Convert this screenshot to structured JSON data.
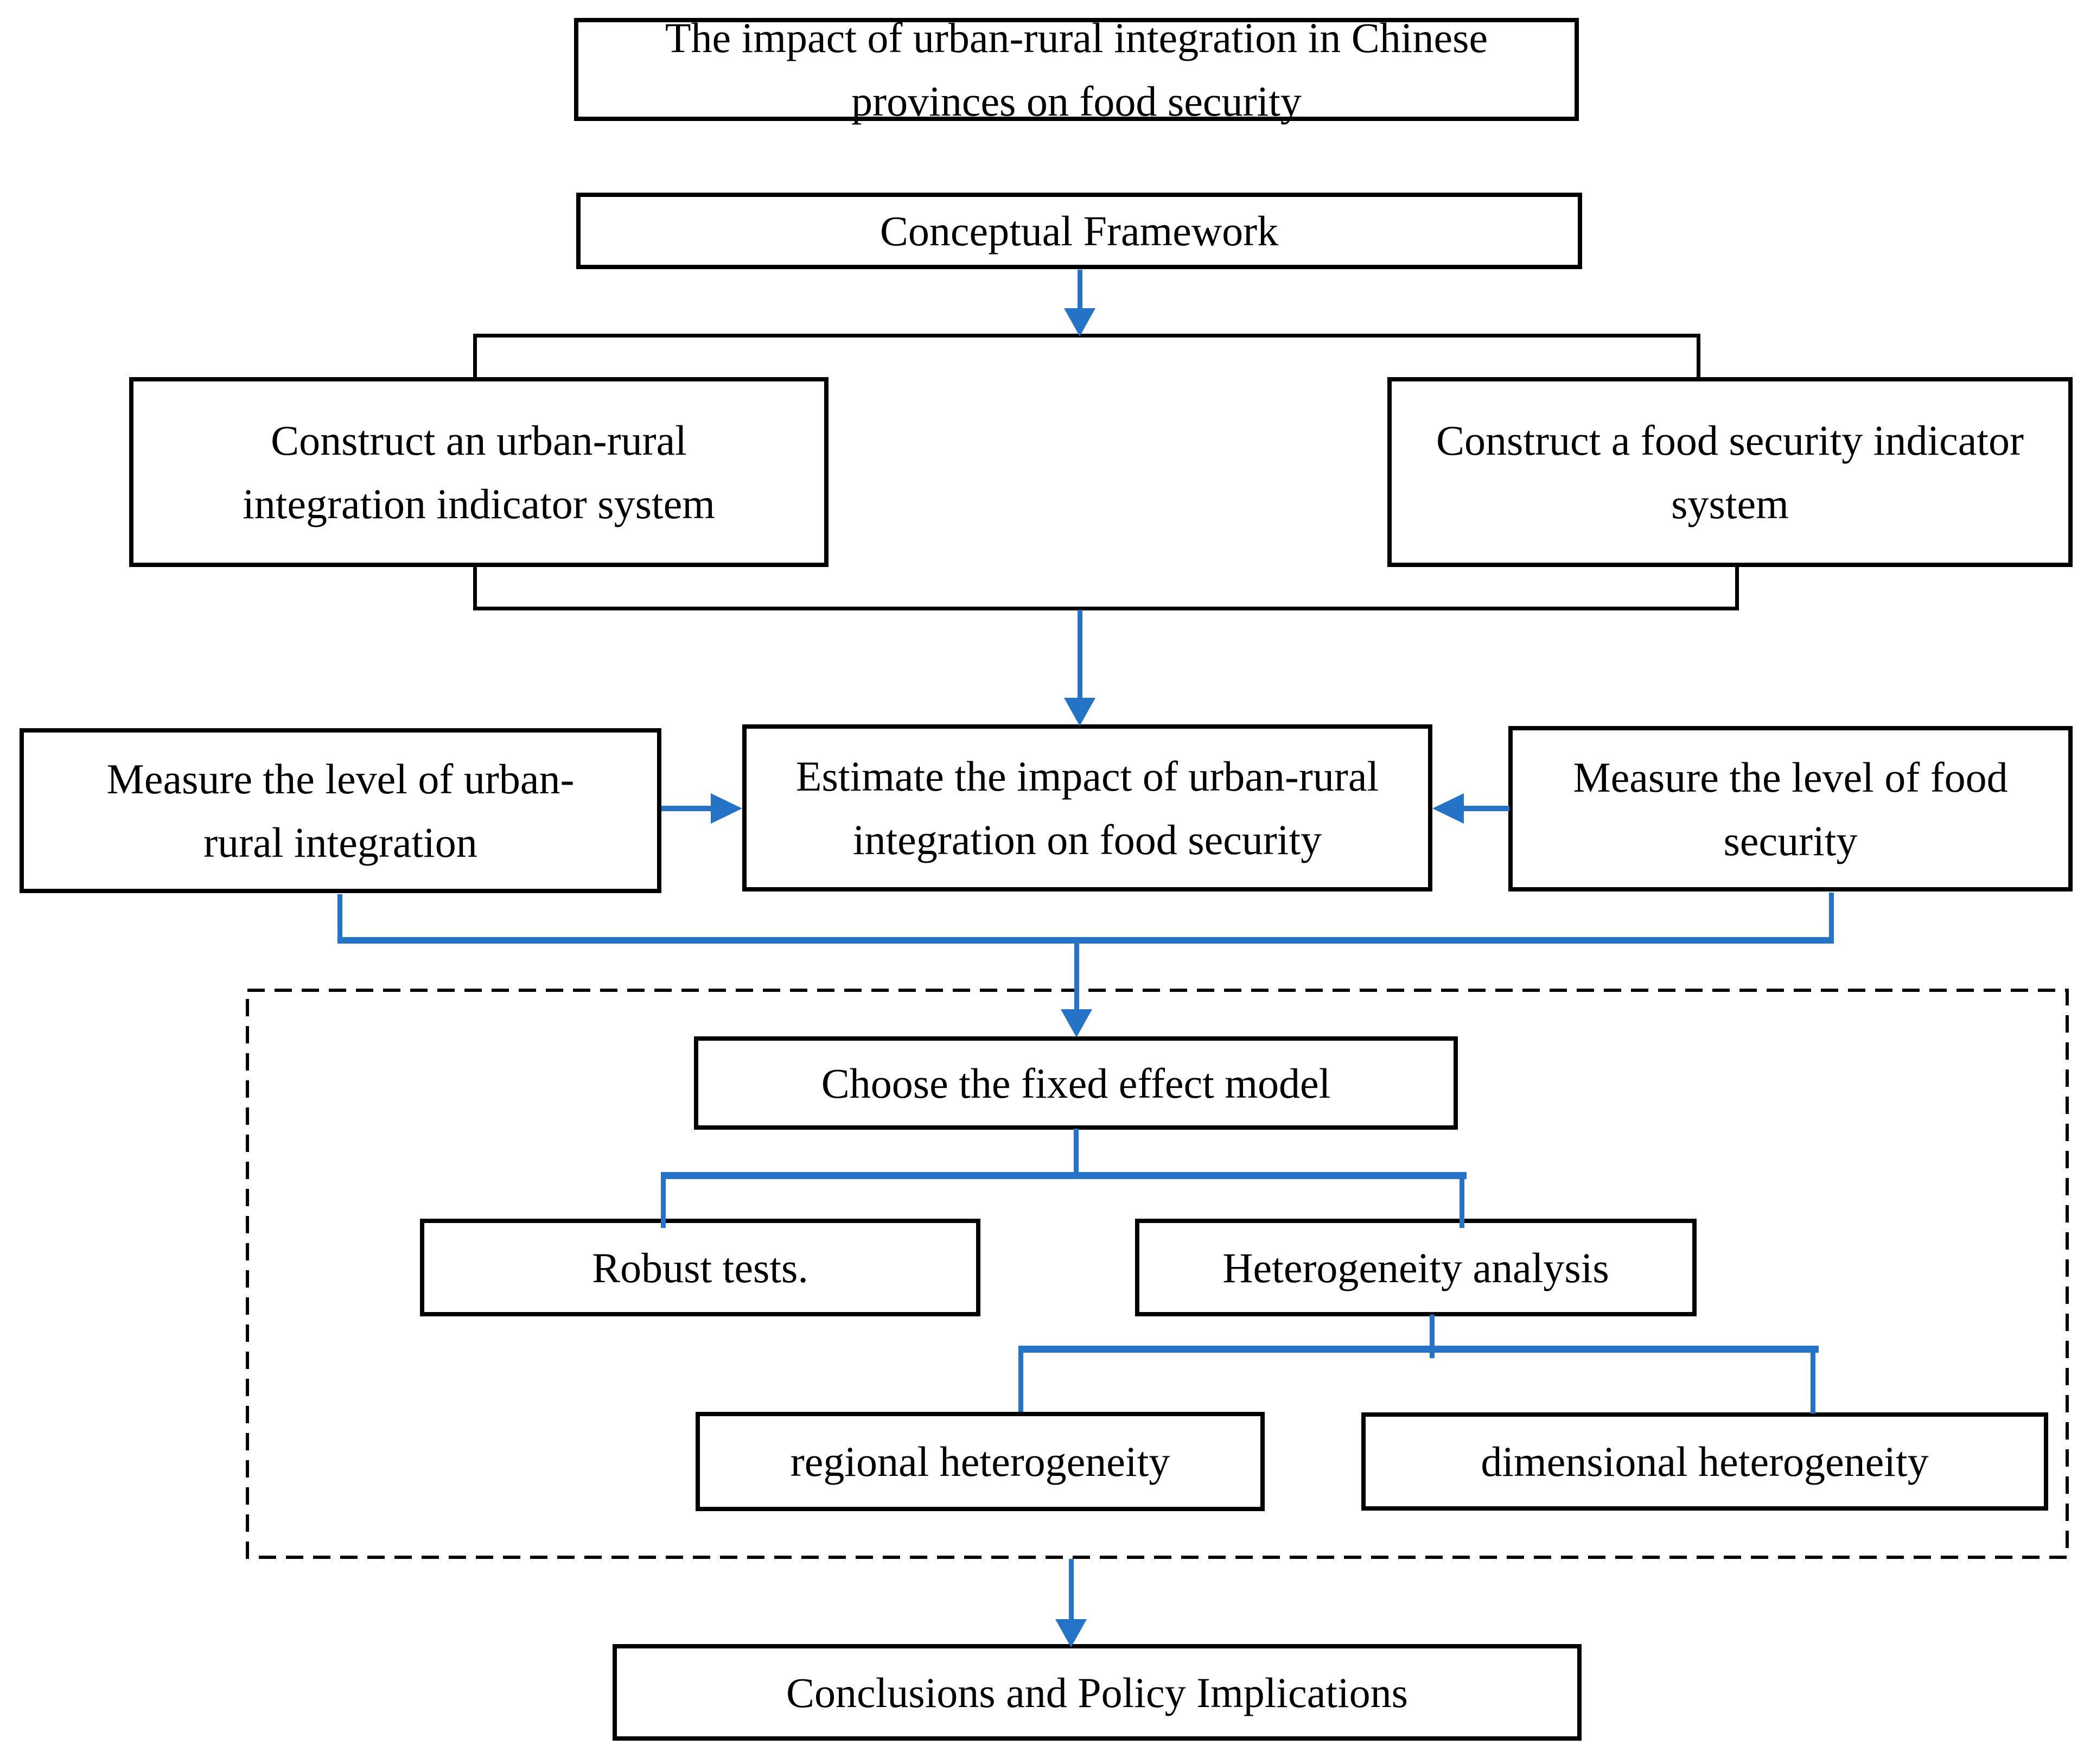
{
  "figure": {
    "type": "flowchart",
    "description": "Research framework flowchart"
  },
  "colors": {
    "arrow_blue": "#2573C6",
    "line_black": "#000000",
    "box_border": "#000000",
    "background": "#FFFFFF"
  },
  "nodes": {
    "title": {
      "lines": [
        "The impact of urban-rural integration in Chinese",
        "provinces on food security"
      ]
    },
    "conceptual": {
      "lines": [
        "Conceptual Framework"
      ]
    },
    "construct_urban_rural": {
      "lines": [
        "Construct an urban-rural",
        "integration indicator system"
      ]
    },
    "construct_food_security": {
      "lines": [
        "Construct a food security indicator",
        "system"
      ]
    },
    "measure_urban_rural": {
      "lines": [
        "Measure the level of urban-",
        "rural integration"
      ]
    },
    "estimate_impact": {
      "lines": [
        "Estimate the impact of urban-rural",
        "integration on food security"
      ]
    },
    "measure_food_security": {
      "lines": [
        "Measure the level of food",
        "security"
      ]
    },
    "choose_model": {
      "lines": [
        "Choose the fixed effect model"
      ]
    },
    "robust_tests": {
      "lines": [
        "Robust tests."
      ]
    },
    "heterogeneity_analysis": {
      "lines": [
        "Heterogeneity analysis"
      ]
    },
    "regional_heterogeneity": {
      "lines": [
        "regional heterogeneity"
      ]
    },
    "dimensional_heterogeneity": {
      "lines": [
        "dimensional heterogeneity"
      ]
    },
    "conclusions": {
      "lines": [
        "Conclusions and Policy Implications"
      ]
    }
  }
}
